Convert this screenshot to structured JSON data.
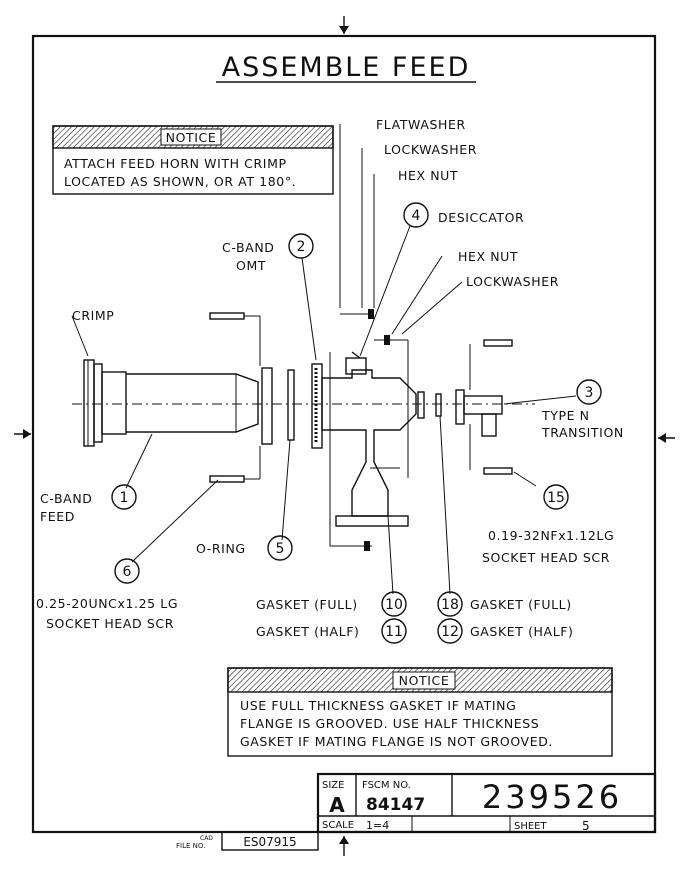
{
  "title": "ASSEMBLE FEED",
  "notice_top": {
    "header": "NOTICE",
    "line1": "ATTACH FEED HORN WITH CRIMP",
    "line2": "LOCATED AS SHOWN, OR AT 180°."
  },
  "notice_bottom": {
    "header": "NOTICE",
    "line1": "USE FULL THICKNESS GASKET IF MATING",
    "line2": "FLANGE IS GROOVED.  USE HALF THICKNESS",
    "line3": "GASKET IF MATING FLANGE IS NOT GROOVED."
  },
  "labels": {
    "crimp": "CRIMP",
    "flatwasher": "FLATWASHER",
    "lockwasher_top": "LOCKWASHER",
    "hexnut_top": "HEX NUT",
    "desiccator": "DESICCATOR",
    "hexnut_mid": "HEX NUT",
    "lockwasher_mid": "LOCKWASHER",
    "cband_omt_1": "C-BAND",
    "cband_omt_2": "OMT",
    "type_n_1": "TYPE N",
    "type_n_2": "TRANSITION",
    "cband_feed_1": "C-BAND",
    "cband_feed_2": "FEED",
    "oring": "O-RING",
    "scr15_1": "0.19-32NFx1.12LG",
    "scr15_2": "SOCKET HEAD SCR",
    "scr6_1": "0.25-20UNCx1.25 LG",
    "scr6_2": "SOCKET HEAD SCR",
    "gasket_full_l": "GASKET (FULL)",
    "gasket_half_l": "GASKET (HALF)",
    "gasket_full_r": "GASKET (FULL)",
    "gasket_half_r": "GASKET (HALF)"
  },
  "callouts": {
    "c1": "1",
    "c2": "2",
    "c3": "3",
    "c4": "4",
    "c5": "5",
    "c6": "6",
    "c10": "10",
    "c11": "11",
    "c12": "12",
    "c15": "15",
    "c18": "18"
  },
  "title_block": {
    "size_label": "SIZE",
    "size_value": "A",
    "fscm_label": "FSCM NO.",
    "fscm_value": "84147",
    "drawing_number": "239526",
    "scale_label": "SCALE",
    "scale_value": "1=4",
    "sheet_label": "SHEET",
    "sheet_value": "5",
    "cad_label_1": "CAD",
    "cad_label_2": "FILE NO.",
    "cad_value": "ES07915"
  }
}
